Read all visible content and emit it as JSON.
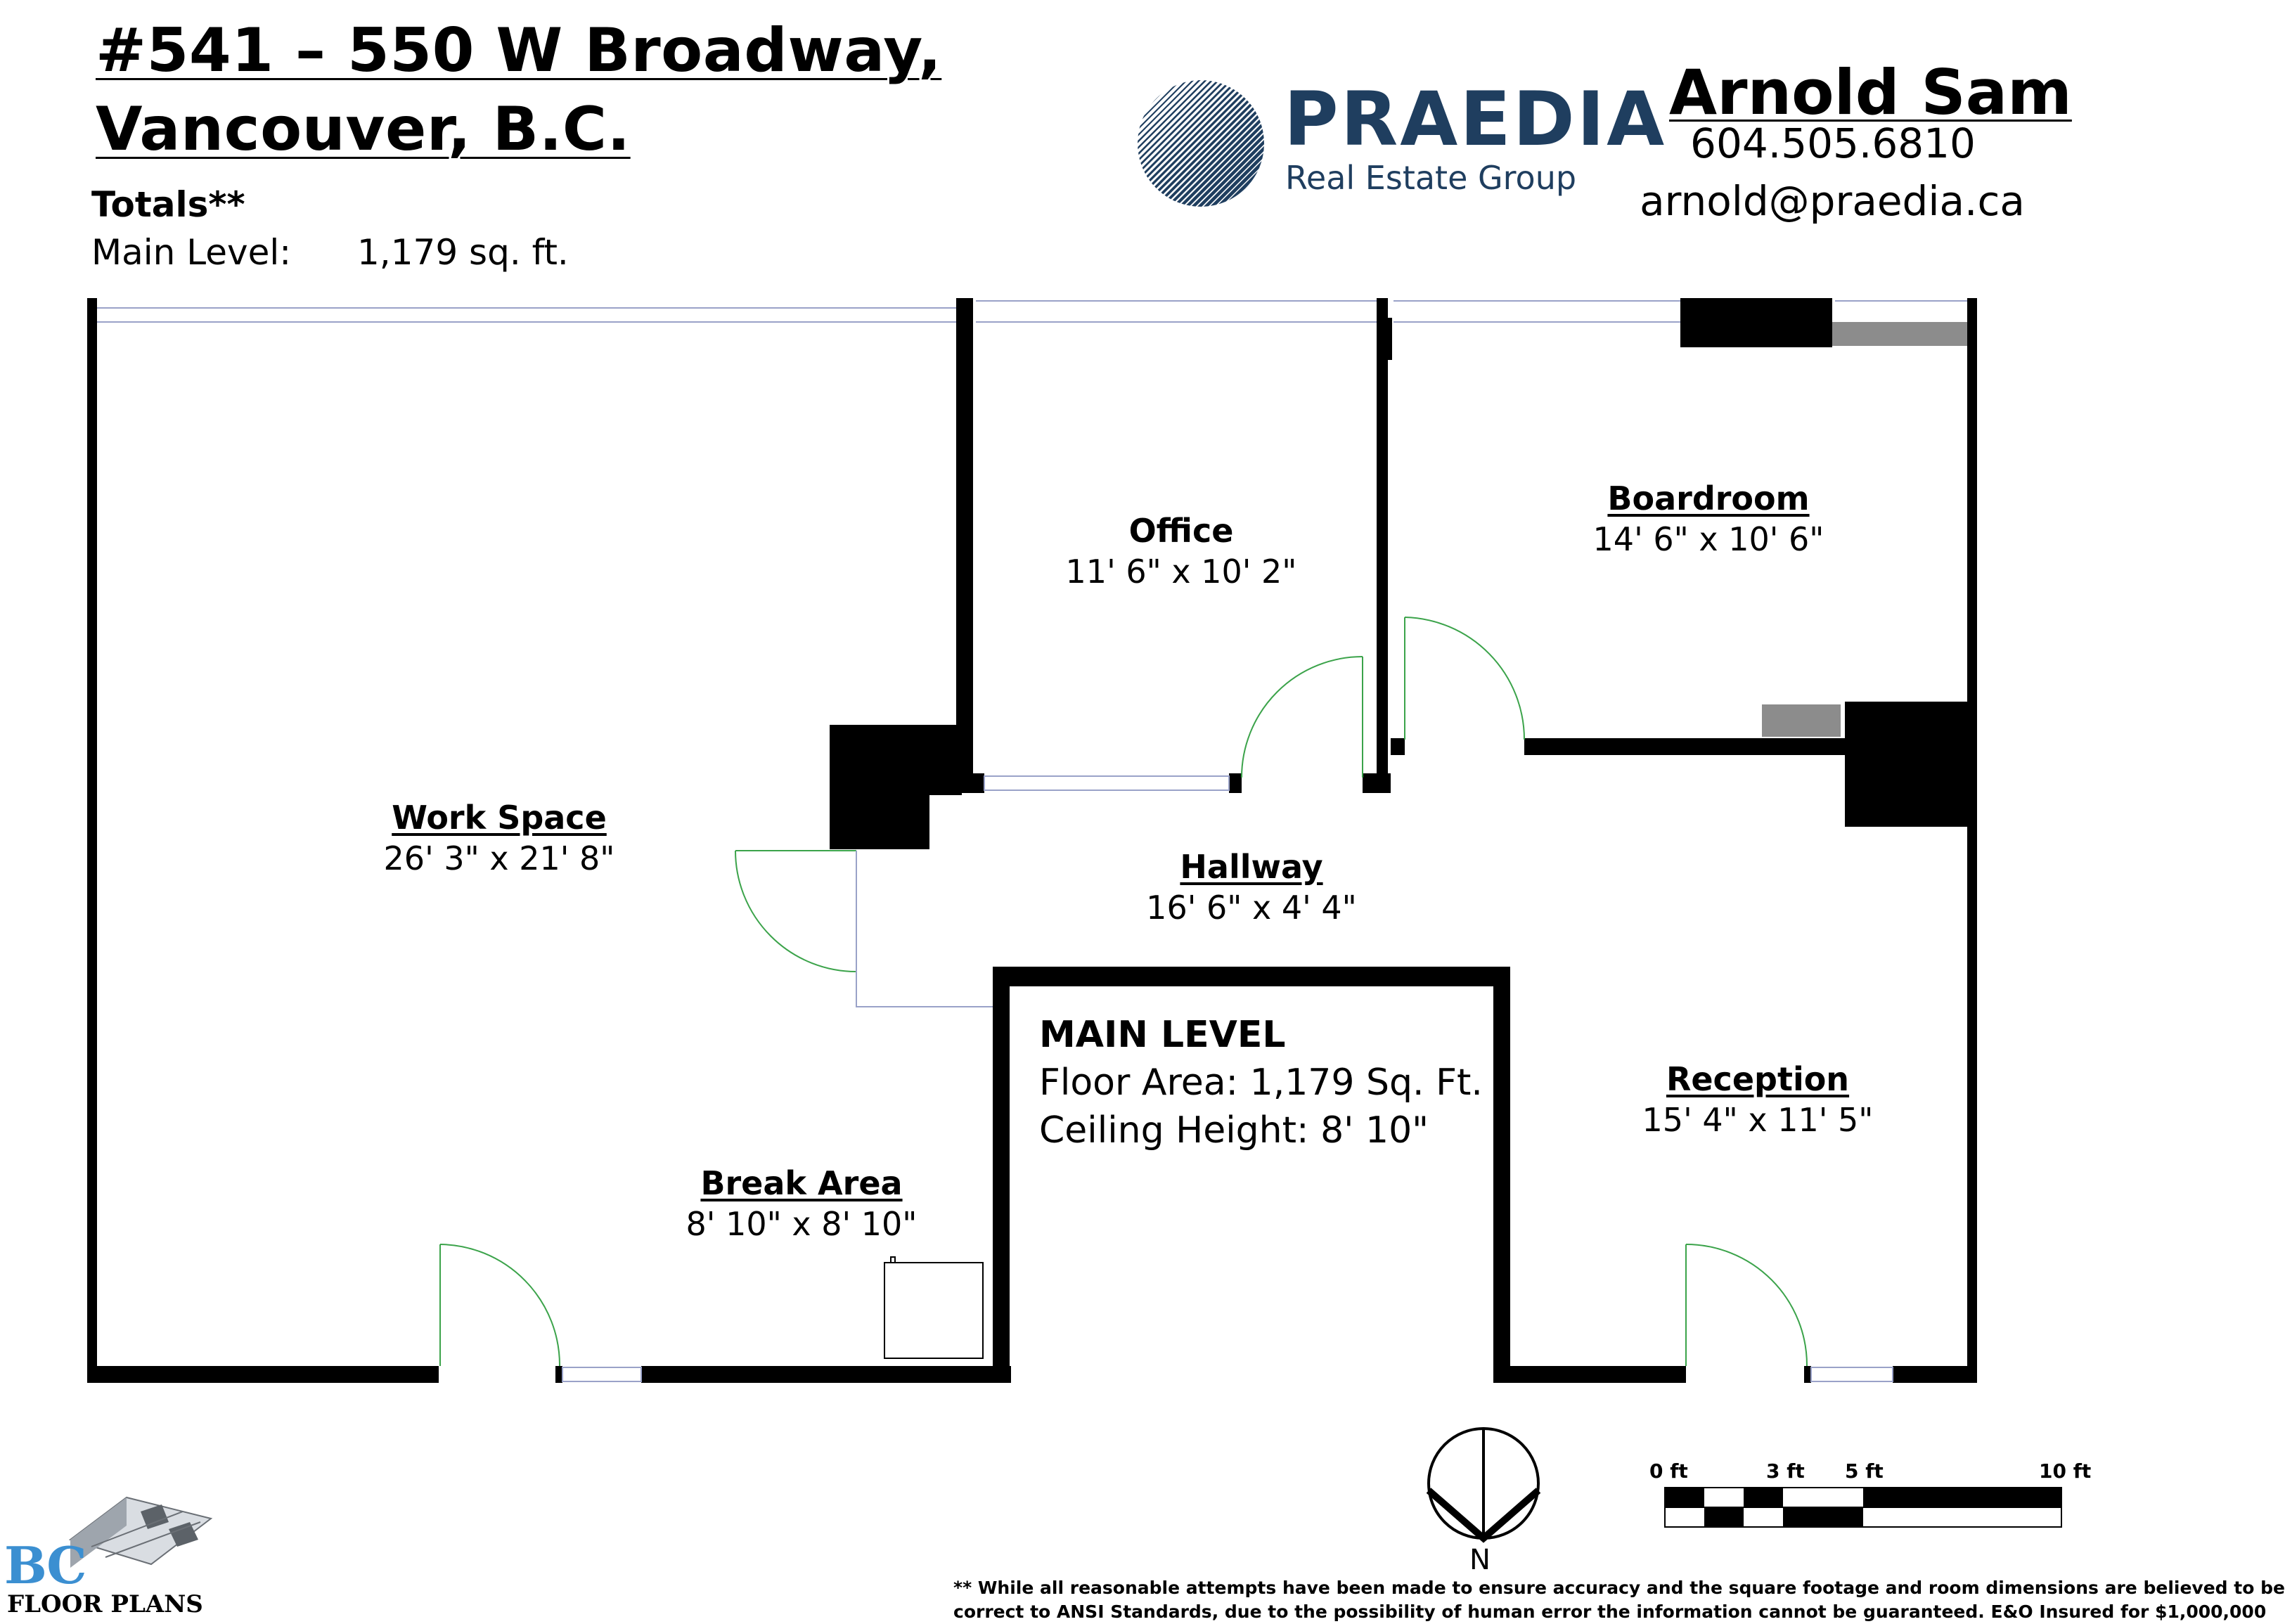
{
  "header": {
    "address_line1": "#541 – 550 W Broadway,",
    "address_line2": "Vancouver, B.C.",
    "totals_label": "Totals**",
    "main_level_label": "Main Level:",
    "main_level_area": "1,179 sq. ft."
  },
  "brand": {
    "name": "PRAEDIA",
    "tagline": "Real Estate Group",
    "color": "#1f3e5f"
  },
  "agent": {
    "name": "Arnold Sam",
    "phone": "604.505.6810",
    "email": "arnold@praedia.ca"
  },
  "rooms": [
    {
      "name": "Work Space",
      "dims": "26' 3\" x 21' 8\""
    },
    {
      "name": "Office",
      "dims": "11' 6\" x 10' 2\""
    },
    {
      "name": "Boardroom",
      "dims": "14' 6\" x 10' 6\""
    },
    {
      "name": "Hallway",
      "dims": "16' 6\" x 4' 4\""
    },
    {
      "name": "Break Area",
      "dims": "8' 10\" x 8' 10\""
    },
    {
      "name": "Reception",
      "dims": "15' 4\" x 11' 5\""
    }
  ],
  "summary": {
    "title": "MAIN LEVEL",
    "floor_area": "Floor Area: 1,179 Sq. Ft.",
    "ceiling_height": "Ceiling Height: 8' 10\""
  },
  "compass": {
    "label": "N"
  },
  "scale": {
    "labels": [
      "0 ft",
      "3 ft",
      "5 ft",
      "10 ft"
    ]
  },
  "disclaimer": {
    "line1": "** While all reasonable attempts have been made to ensure accuracy and the square footage and room dimensions are believed to be",
    "line2": "correct to ANSI Standards, due to the possibility of human error the information cannot be guaranteed. E&O Insured for $1,000,000"
  },
  "footer_logo": {
    "initials": "BC",
    "text": "FLOOR PLANS",
    "color": "#3b8fd1"
  },
  "colors": {
    "wall": "#000000",
    "door_swing": "#3ba34a",
    "window_line": "#9aa2c8",
    "grey_fill": "#8c8c8c"
  }
}
